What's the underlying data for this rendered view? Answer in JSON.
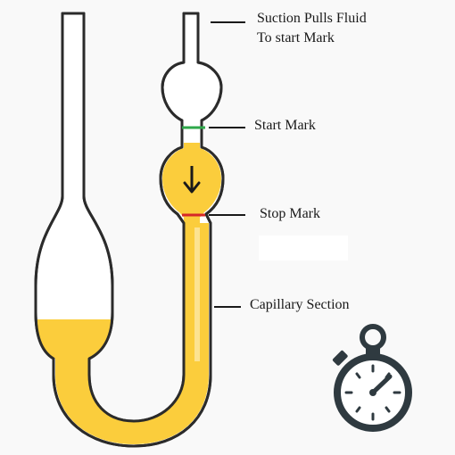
{
  "labels": {
    "suction_line1": "Suction Pulls Fluid",
    "suction_line2": "To start Mark",
    "start_mark": "Start Mark",
    "stop_mark": "Stop Mark",
    "capillary": "Capillary Section"
  },
  "colors": {
    "fluid": "#fbcd3c",
    "glass_fill": "#ffffff",
    "glass_stroke": "#2b2b2b",
    "start_mark": "#2ea84a",
    "stop_mark": "#d62828",
    "background": "#f9f9f9"
  },
  "icons": {
    "flow_arrow": "down-arrow-icon",
    "timer": "stopwatch-icon"
  }
}
